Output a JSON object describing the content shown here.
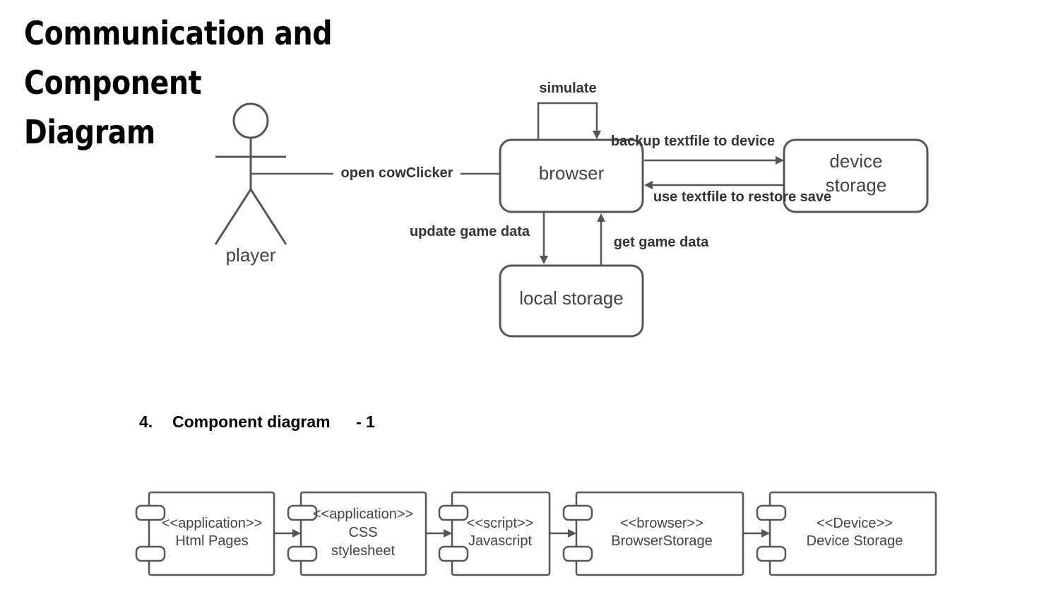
{
  "title": {
    "line1": "Communication and Component",
    "line2": "Diagram"
  },
  "communication": {
    "actor": "player",
    "nodes": {
      "browser": "browser",
      "device_storage_l1": "device",
      "device_storage_l2": "storage",
      "local_storage": "local storage"
    },
    "messages": {
      "open": "open cowClicker",
      "simulate": "simulate",
      "backup": "backup textfile to device",
      "restore": "use textfile to restore save",
      "update": "update game data",
      "get": "get game data"
    }
  },
  "component_section": {
    "number": "4.",
    "title": "Component diagram",
    "suffix": "- 1"
  },
  "components": [
    {
      "stereotype": "<<application>>",
      "name": "Html Pages"
    },
    {
      "stereotype": "<<application>>",
      "name": "CSS",
      "name2": "stylesheet"
    },
    {
      "stereotype": "<<script>>",
      "name": "Javascript"
    },
    {
      "stereotype": "<<browser>>",
      "name": "BrowserStorage"
    },
    {
      "stereotype": "<<Device>>",
      "name": "Device Storage"
    }
  ]
}
